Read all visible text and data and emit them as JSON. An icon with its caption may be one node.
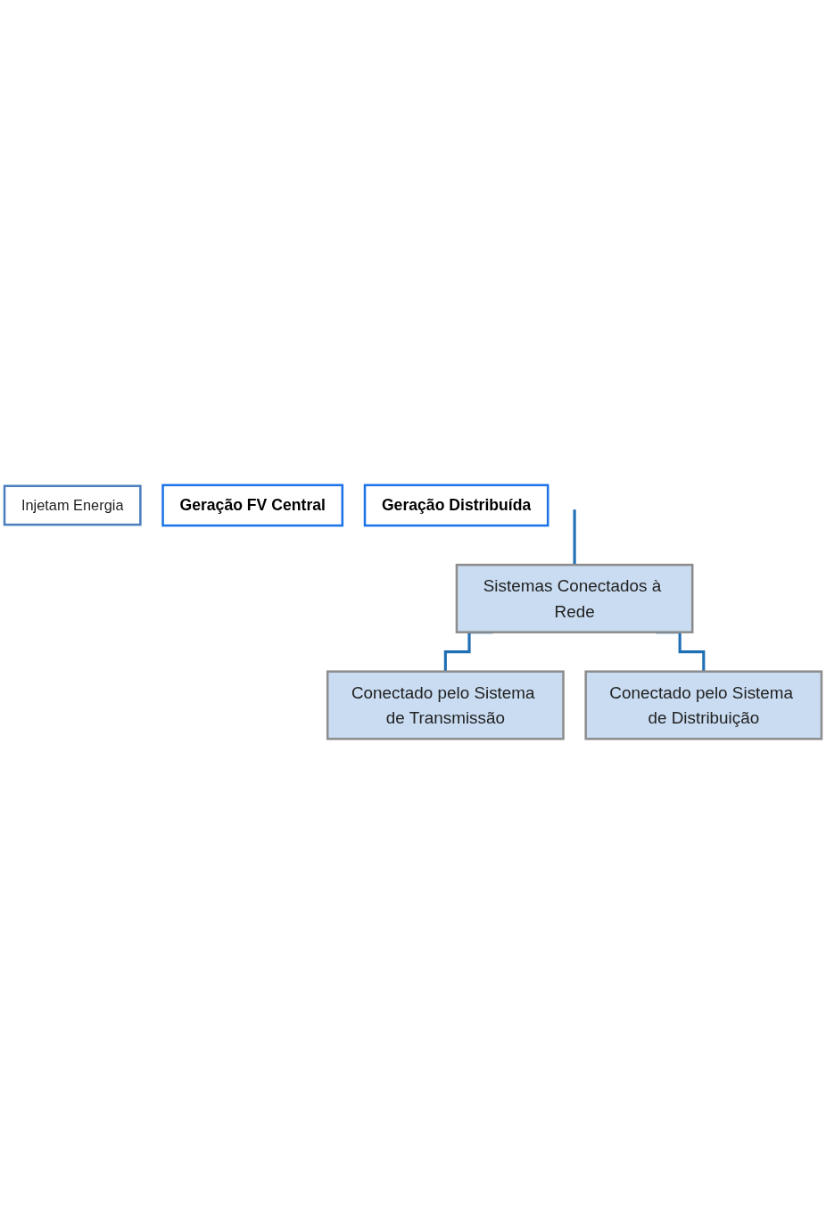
{
  "diagram": {
    "nodes": [
      {
        "text": [
          "Sistemas Conectados à Rede"
        ]
      },
      {
        "text": [
          "Injetam Energia"
        ]
      },
      {
        "text": [
          "Conectado pelo Sistema de Transmissão"
        ]
      },
      {
        "text": [
          "Geração FV Central"
        ]
      },
      {
        "text": [
          "Conectado pelo Sistema de Distribuição"
        ]
      },
      {
        "text": [
          "Geração Distribuída"
        ]
      }
    ],
    "edges": [
      {
        "from": null,
        "to": 0,
        "arrow": "none"
      },
      {
        "from": 0,
        "to": 2,
        "arrow": "none"
      },
      {
        "from": 0,
        "to": 4,
        "arrow": "none"
      }
    ]
  }
}
